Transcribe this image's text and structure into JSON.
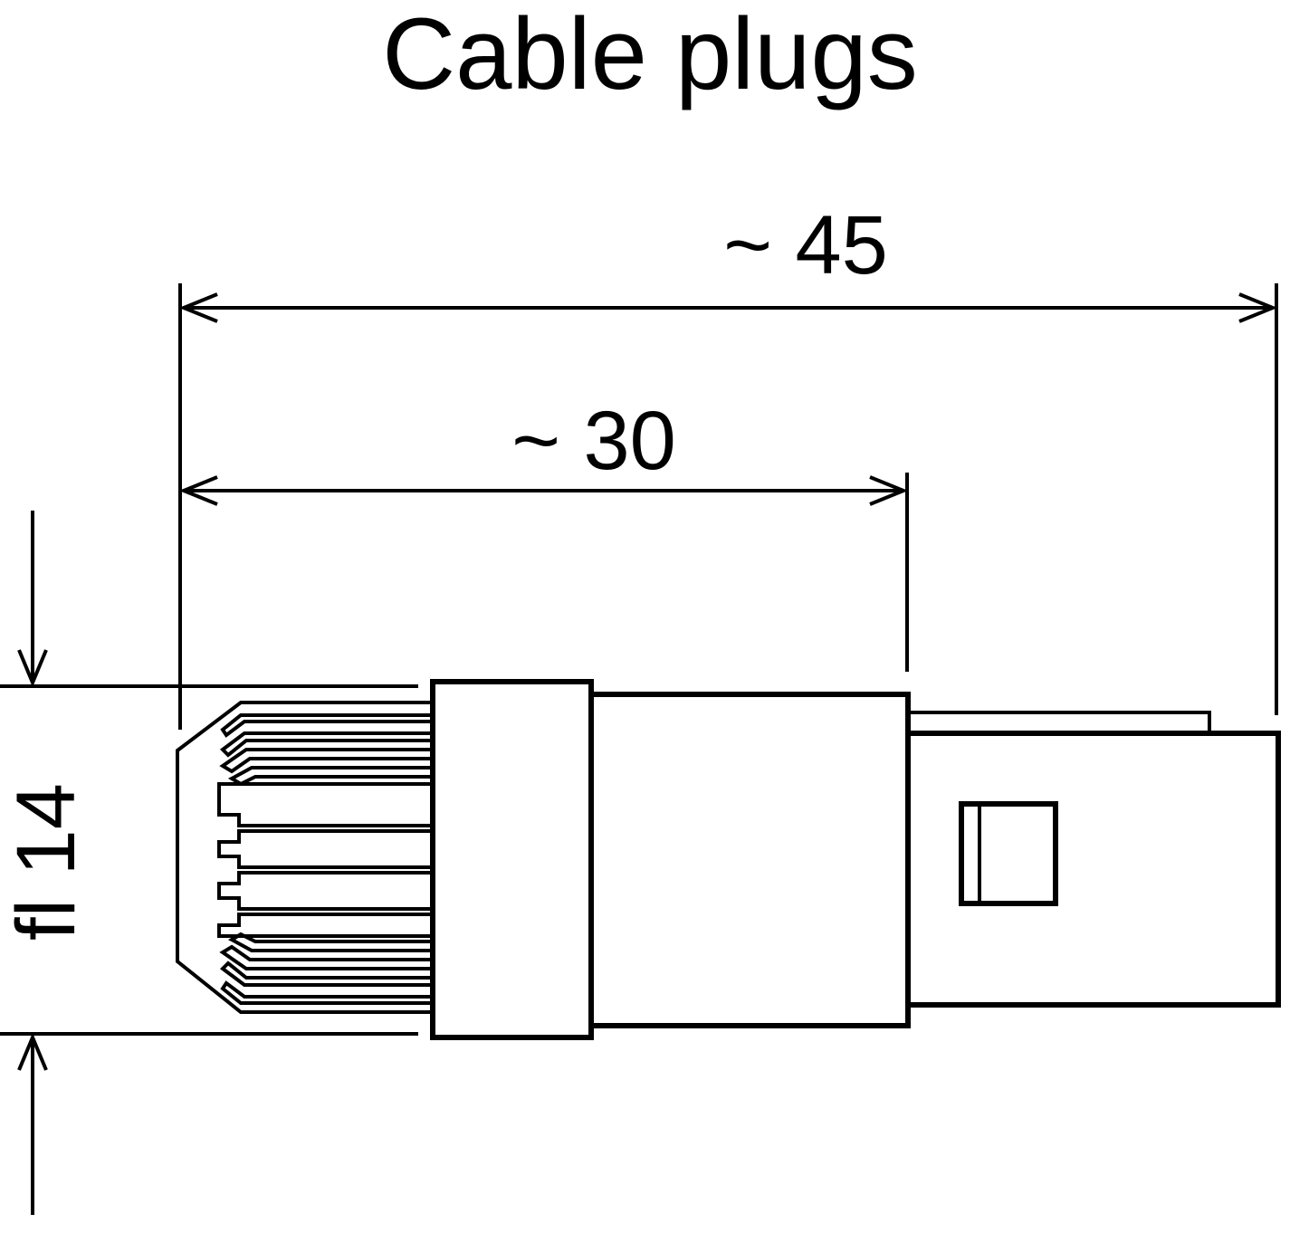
{
  "title": "Cable plugs",
  "dimensions": {
    "overall_length": "~ 45",
    "body_length": "~ 30",
    "diameter": "fl 14"
  },
  "colors": {
    "line": "#000000",
    "background": "#ffffff"
  }
}
